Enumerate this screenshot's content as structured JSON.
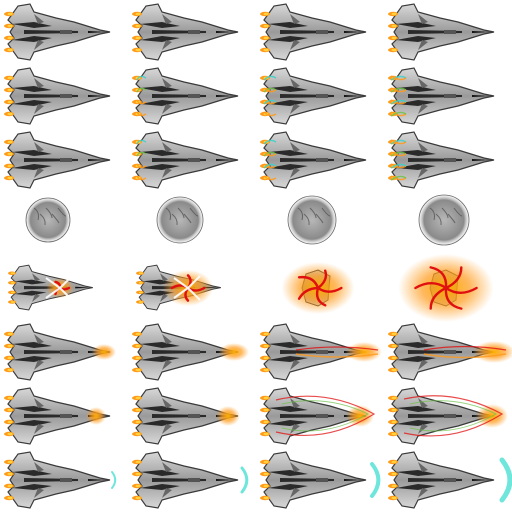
{
  "sheet": {
    "columns": 4,
    "rows": 8,
    "background": "#ffffff",
    "palette": {
      "hull": "#9a9a9a",
      "hull_dark": "#2a2a2a",
      "hull_light": "#d8d8d8",
      "engine_orange": "#ff9a1a",
      "engine_yellow": "#ffd23a",
      "trail_green": "#6ec24a",
      "trail_cyan": "#39d0c8",
      "explosion_red": "#e01010",
      "explosion_core": "#ffb000",
      "shield_cyan": "#5fe3d8"
    }
  },
  "animations": [
    {
      "name": "idle",
      "row": 0,
      "frames": [
        {
          "sprite": "fighter-ship",
          "effect": "none",
          "level": 0
        },
        {
          "sprite": "fighter-ship",
          "effect": "none",
          "level": 0
        },
        {
          "sprite": "fighter-ship",
          "effect": "none",
          "level": 0
        },
        {
          "sprite": "fighter-ship",
          "effect": "none",
          "level": 0
        }
      ]
    },
    {
      "name": "boost",
      "row": 1,
      "frames": [
        {
          "sprite": "fighter-ship",
          "effect": "rear-trail",
          "level": 0
        },
        {
          "sprite": "fighter-ship",
          "effect": "rear-trail",
          "level": 1
        },
        {
          "sprite": "fighter-ship",
          "effect": "rear-trail",
          "level": 2
        },
        {
          "sprite": "fighter-ship",
          "effect": "rear-trail",
          "level": 3
        }
      ]
    },
    {
      "name": "thrust",
      "row": 2,
      "frames": [
        {
          "sprite": "fighter-ship",
          "effect": "rear-trail",
          "level": 0
        },
        {
          "sprite": "fighter-ship",
          "effect": "rear-trail",
          "level": 1
        },
        {
          "sprite": "fighter-ship",
          "effect": "rear-trail",
          "level": 2
        },
        {
          "sprite": "fighter-ship",
          "effect": "rear-trail",
          "level": 3
        }
      ]
    },
    {
      "name": "debris",
      "row": 3,
      "frames": [
        {
          "sprite": "debris-disc",
          "effect": "none",
          "level": 0
        },
        {
          "sprite": "debris-disc",
          "effect": "none",
          "level": 1
        },
        {
          "sprite": "debris-disc",
          "effect": "none",
          "level": 2
        },
        {
          "sprite": "debris-disc",
          "effect": "none",
          "level": 3
        }
      ]
    },
    {
      "name": "explode",
      "row": 4,
      "frames": [
        {
          "sprite": "fighter-ship-small",
          "effect": "explosion",
          "level": 0
        },
        {
          "sprite": "fighter-ship-small",
          "effect": "explosion",
          "level": 1
        },
        {
          "sprite": "wreck-fragment",
          "effect": "explosion",
          "level": 2
        },
        {
          "sprite": "wreck-fragment",
          "effect": "explosion",
          "level": 3
        }
      ]
    },
    {
      "name": "fire",
      "row": 5,
      "frames": [
        {
          "sprite": "fighter-ship",
          "effect": "nose-flare",
          "level": 0
        },
        {
          "sprite": "fighter-ship",
          "effect": "nose-flare",
          "level": 1
        },
        {
          "sprite": "fighter-ship",
          "effect": "nose-flare",
          "level": 2
        },
        {
          "sprite": "fighter-ship",
          "effect": "nose-flare",
          "level": 3
        }
      ]
    },
    {
      "name": "charge",
      "row": 6,
      "frames": [
        {
          "sprite": "fighter-ship",
          "effect": "center-flare",
          "level": 0
        },
        {
          "sprite": "fighter-ship",
          "effect": "center-flare",
          "level": 1
        },
        {
          "sprite": "fighter-ship",
          "effect": "center-flare",
          "level": 2
        },
        {
          "sprite": "fighter-ship",
          "effect": "center-flare",
          "level": 3
        }
      ]
    },
    {
      "name": "shield",
      "row": 7,
      "frames": [
        {
          "sprite": "fighter-ship",
          "effect": "shield-arc",
          "level": 0
        },
        {
          "sprite": "fighter-ship",
          "effect": "shield-arc",
          "level": 1
        },
        {
          "sprite": "fighter-ship",
          "effect": "shield-arc",
          "level": 2
        },
        {
          "sprite": "fighter-ship",
          "effect": "shield-arc",
          "level": 3
        }
      ]
    }
  ]
}
